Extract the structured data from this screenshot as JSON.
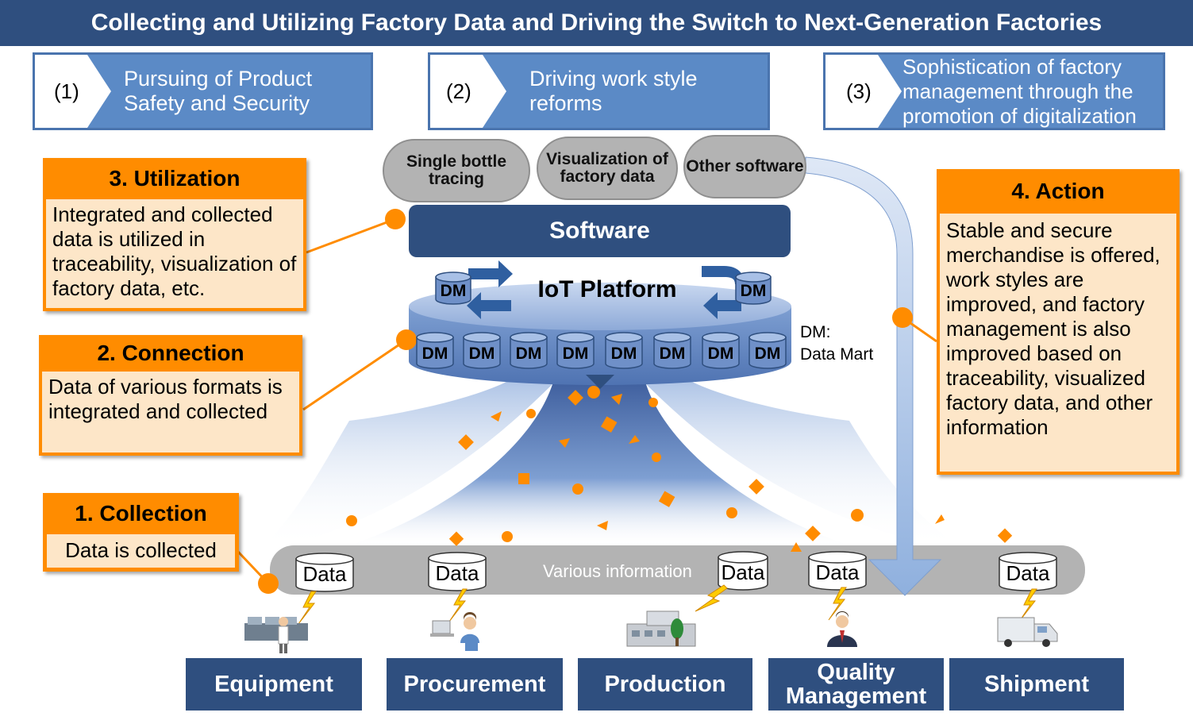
{
  "title": "Collecting and Utilizing Factory Data and Driving the Switch to Next-Generation Factories",
  "goals": [
    {
      "num": "(1)",
      "text": "Pursuing of Product Safety and Security"
    },
    {
      "num": "(2)",
      "text": "Driving work style reforms"
    },
    {
      "num": "(3)",
      "text": "Sophistication of factory management through the promotion of digitalization"
    }
  ],
  "software_items": [
    "Single bottle tracing",
    "Visualization of factory data",
    "Other software"
  ],
  "software_label": "Software",
  "platform_label": "IoT Platform",
  "dm_label": "DM",
  "dm_legend": {
    "line1": "DM:",
    "line2": "Data Mart"
  },
  "steps": {
    "utilization": {
      "head": "3. Utilization",
      "body": "Integrated and collected data is utilized in traceability, visualization of factory data, etc."
    },
    "connection": {
      "head": "2. Connection",
      "body": "Data of various formats is integrated and collected"
    },
    "collection": {
      "head": "1. Collection",
      "body": "Data is collected"
    },
    "action": {
      "head": "4. Action",
      "body": "Stable and secure merchandise is offered, work styles are improved, and factory management is also improved based on traceability, visualized factory data, and other information"
    }
  },
  "various_information": "Various information",
  "data_label": "Data",
  "departments": [
    "Equipment",
    "Procurement",
    "Production",
    "Quality Management",
    "Shipment"
  ],
  "colors": {
    "navy": "#2f4f7f",
    "goal_blue": "#5b8ac6",
    "orange": "#ff8c00",
    "cream": "#fde6c8",
    "gray": "#b3b3b3"
  }
}
